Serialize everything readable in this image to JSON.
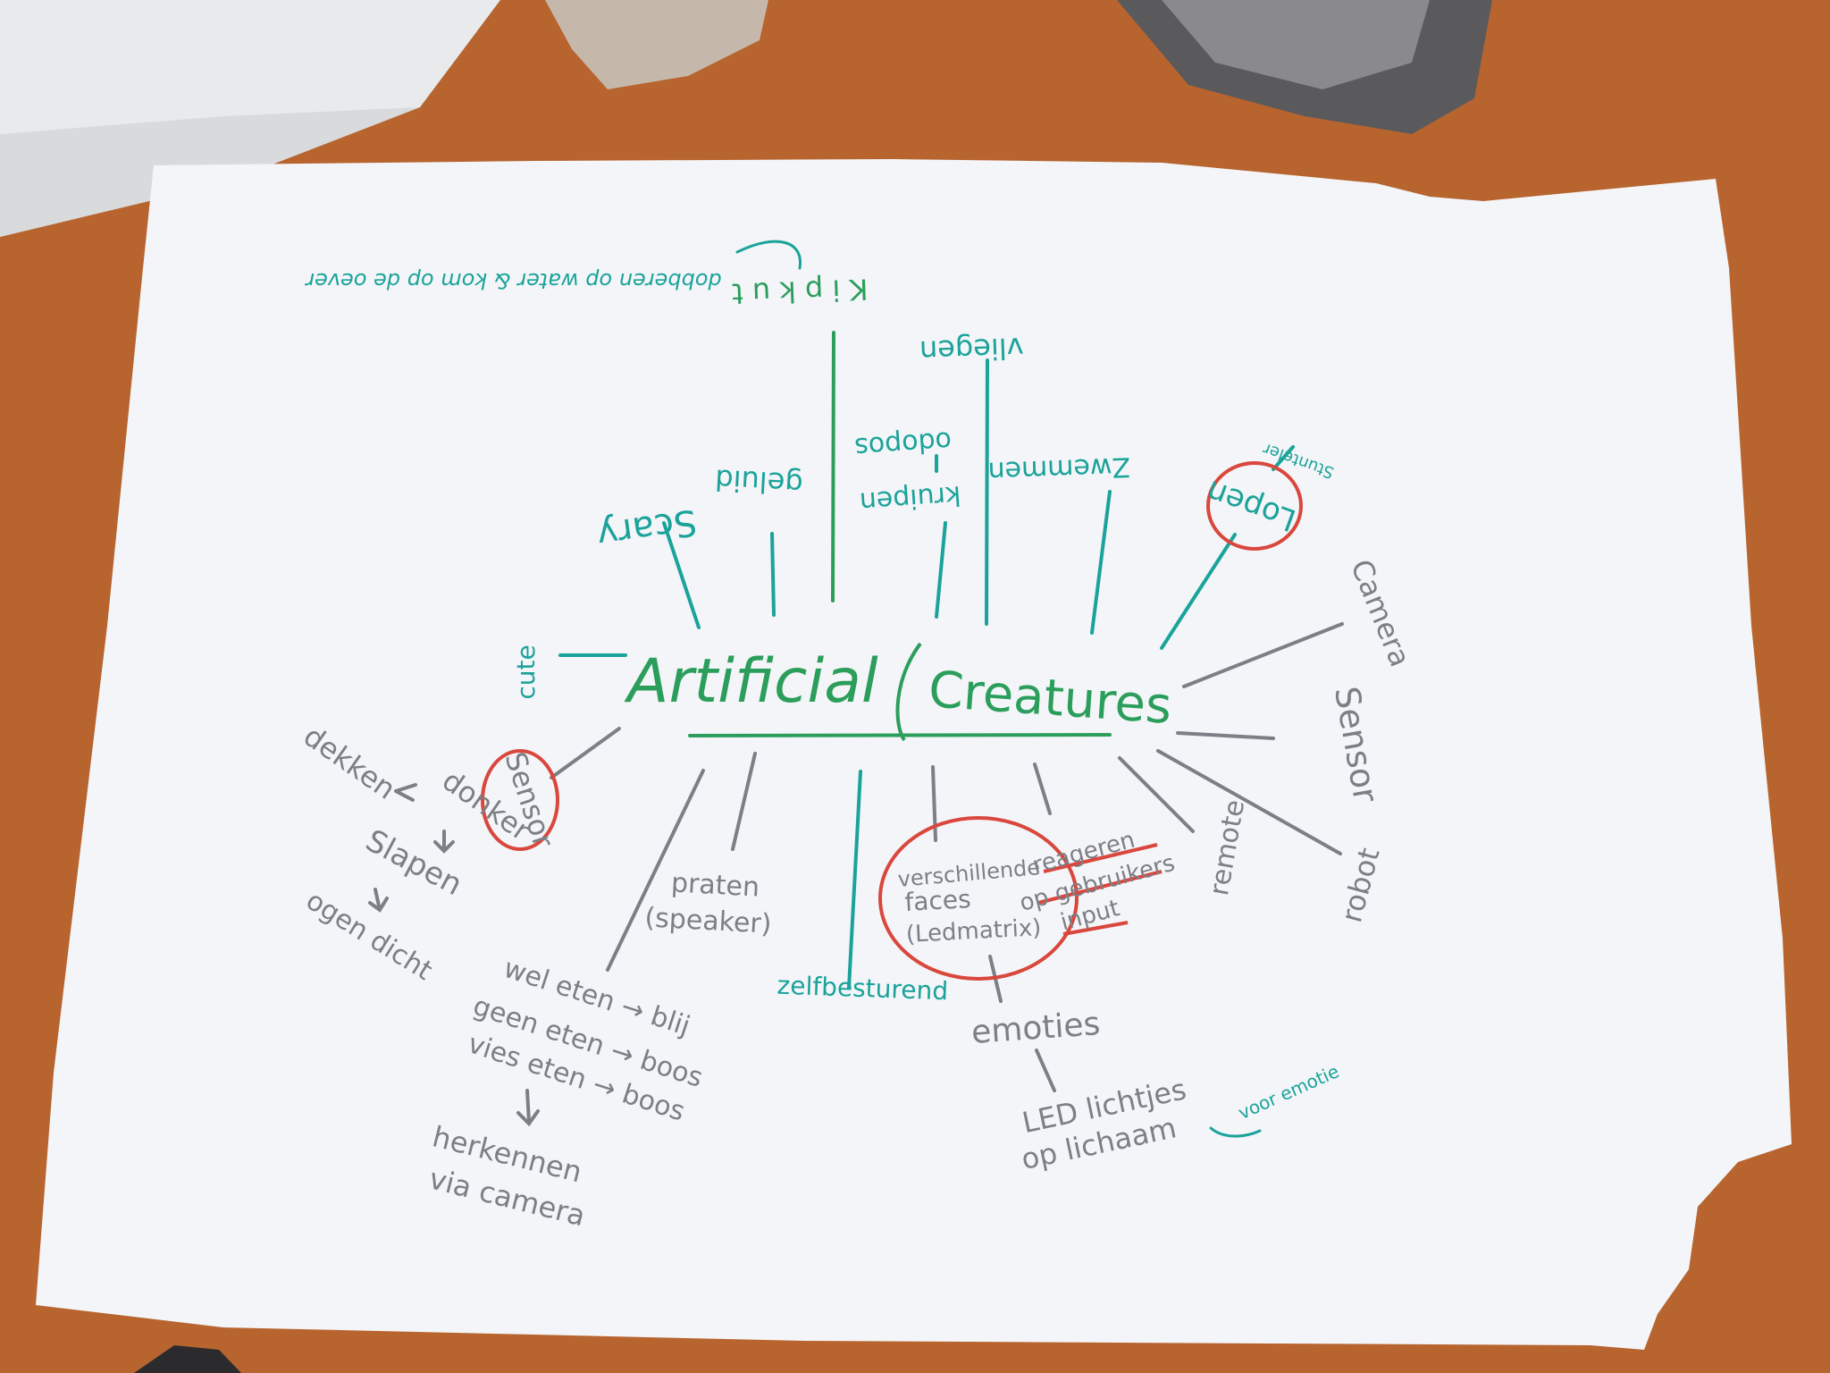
{
  "photo": {
    "colors": {
      "table": "#b7642f",
      "paper": "#f4f5f8",
      "green_ink": "#2c9e5c",
      "teal_ink": "#1aa39a",
      "gray_ink": "#7c7f86",
      "red_ink": "#d9473d"
    }
  },
  "mindmap": {
    "center_a": "Artificial",
    "center_b": "Creatures",
    "top_note": "dobberen op water & kom op de oever",
    "kip_kut": "K i p  k u t",
    "vliegen": "vliegen",
    "scary": "Scary",
    "geluid": "geluid",
    "odopos": "odopos",
    "kruipen": "kruipen",
    "zwemmen": "Zwemmen",
    "lopen": "Lopen",
    "lopen_note": "Stunteler",
    "cute": "cute",
    "camera": "Camera",
    "sensor_right": "Sensor",
    "remote": "remote",
    "robot": "robot",
    "sensor_left": "Sensor",
    "dekken": "dekken",
    "donker": "donker",
    "slapen": "Slapen",
    "ogen_dicht": "ogen dicht",
    "praten_1": "praten",
    "praten_2": "(speaker)",
    "zelfbesturend": "zelfbesturend",
    "faces_1": "verschillende",
    "faces_2": "faces",
    "faces_3": "(Ledmatrix)",
    "reageren_1": "reageren",
    "reageren_2": "op gebruikers",
    "reageren_3": "input",
    "emoties": "emoties",
    "led_1": "LED lichtjes",
    "led_2": "op lichaam",
    "voor_emotie": "voor emotie",
    "eten_1": "wel eten → blij",
    "eten_2": "geen eten → boos",
    "eten_3": "vies eten → boos",
    "herkennen_1": "herkennen",
    "herkennen_2": "via camera"
  }
}
